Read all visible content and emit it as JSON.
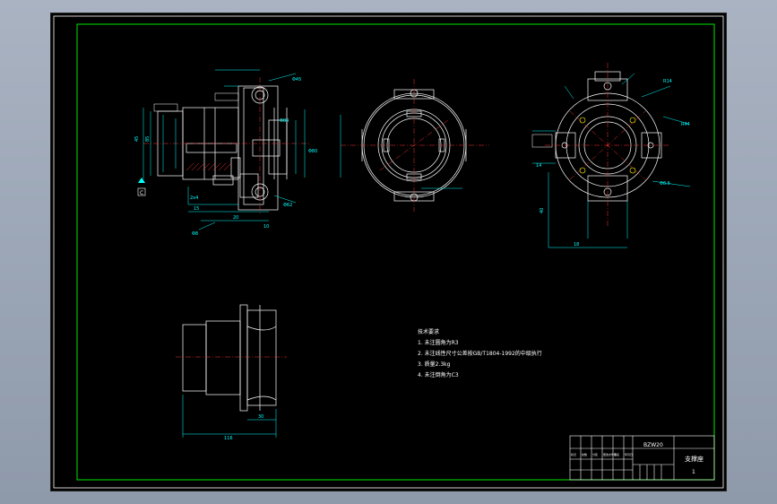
{
  "drawing": {
    "tech_requirements_title": "技术要求",
    "tech_requirements": [
      "1. 未注圆角为R3",
      "2. 未注线性尺寸公差按GB/T1804-1992的中级执行",
      "3. 质量2.3kg",
      "4. 未注倒角为C3"
    ],
    "title_block": {
      "part_name": "支撑座",
      "drawing_code": "BZW20",
      "scale": "1",
      "cells": [
        "标记",
        "处数",
        "分区",
        "更改文件号",
        "签名",
        "年月日"
      ]
    },
    "dimensions": {
      "left_view": [
        "Φ45",
        "Φ84",
        "2x4",
        "Φ80",
        "Φ8",
        "15",
        "20",
        "10",
        "45",
        "85",
        "Φ62"
      ],
      "bottom_view": [
        "30",
        "116"
      ],
      "right_view": [
        "R14",
        "R44",
        "Φ8.5",
        "14",
        "18",
        "40"
      ]
    },
    "datum_label": "C"
  },
  "colors": {
    "page": "#000000",
    "border": "#00ff00",
    "geometry": "#ffffff",
    "dimension": "#00ffff",
    "centerline": "#ff3333",
    "hatch": "#ff3333",
    "leader": "#ff00ff",
    "special": "#ffff00"
  }
}
